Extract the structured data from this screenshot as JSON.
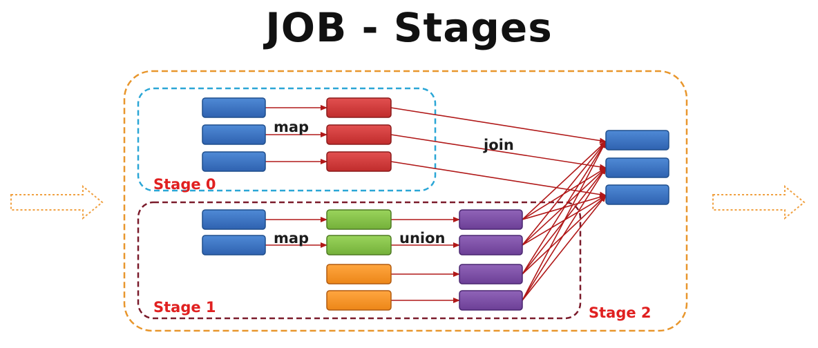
{
  "title": "JOB - Stages",
  "stages": {
    "stage0": "Stage 0",
    "stage1": "Stage 1",
    "stage2": "Stage 2"
  },
  "operations": {
    "map_top": "map",
    "map_bottom": "map",
    "union": "union",
    "join": "join"
  },
  "colors": {
    "job_border": "#e8962c",
    "stage0_border": "#2aa6d6",
    "stage1_border": "#7a1a2a",
    "blue": "#3b73c4",
    "red": "#d63a3a",
    "green": "#86c24a",
    "orange": "#f5952a",
    "purple": "#7e4fa6",
    "arrow": "#b01818"
  }
}
